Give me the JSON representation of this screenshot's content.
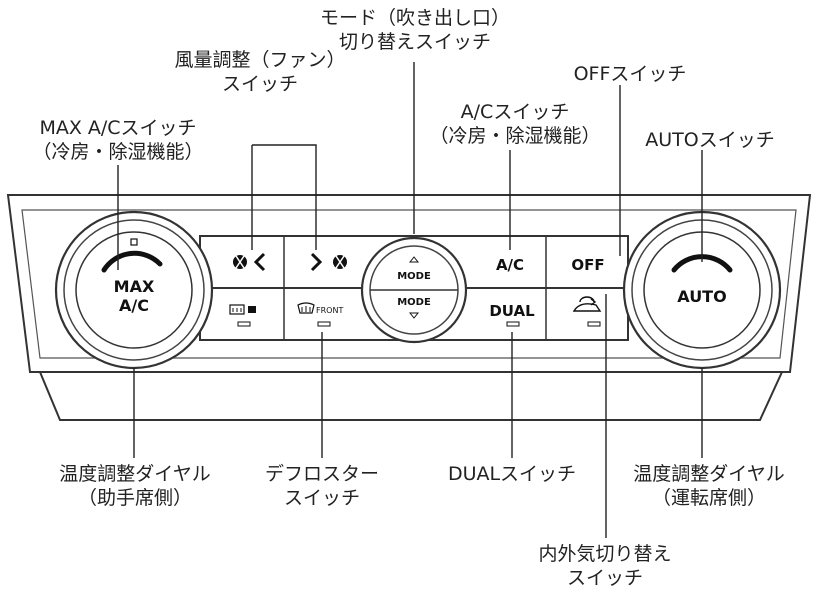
{
  "labels": {
    "max_ac": [
      "MAX A/Cスイッチ",
      "（冷房・除湿機能）"
    ],
    "fan": [
      "風量調整（ファン）",
      "スイッチ"
    ],
    "mode": [
      "モード（吹き出し口）",
      "切り替えスイッチ"
    ],
    "off": [
      "OFFスイッチ"
    ],
    "ac": [
      "A/Cスイッチ",
      "（冷房・除湿機能）"
    ],
    "auto": [
      "AUTOスイッチ"
    ],
    "temp_passenger": [
      "温度調整ダイヤル",
      "（助手席側）"
    ],
    "defroster": [
      "デフロスター",
      "スイッチ"
    ],
    "dual": [
      "DUALスイッチ"
    ],
    "temp_driver": [
      "温度調整ダイヤル",
      "（運転席側）"
    ],
    "recirc": [
      "内外気切り替え",
      "スイッチ"
    ]
  },
  "panel": {
    "max_line1": "MAX",
    "max_line2": "A/C",
    "auto": "AUTO",
    "mode_upper": "MODE",
    "mode_lower": "MODE",
    "ac": "A/C",
    "off": "OFF",
    "dual": "DUAL",
    "front": "FRONT"
  },
  "icons": {
    "fan_down": "fan-decrease-icon",
    "fan_up": "fan-increase-icon",
    "rear_defrost": "rear-defroster-icon",
    "front_defrost": "front-defroster-icon",
    "recirc": "air-recirculation-icon"
  },
  "colors": {
    "line": "#222222",
    "panel_stroke": "#333333",
    "text": "#111111"
  }
}
